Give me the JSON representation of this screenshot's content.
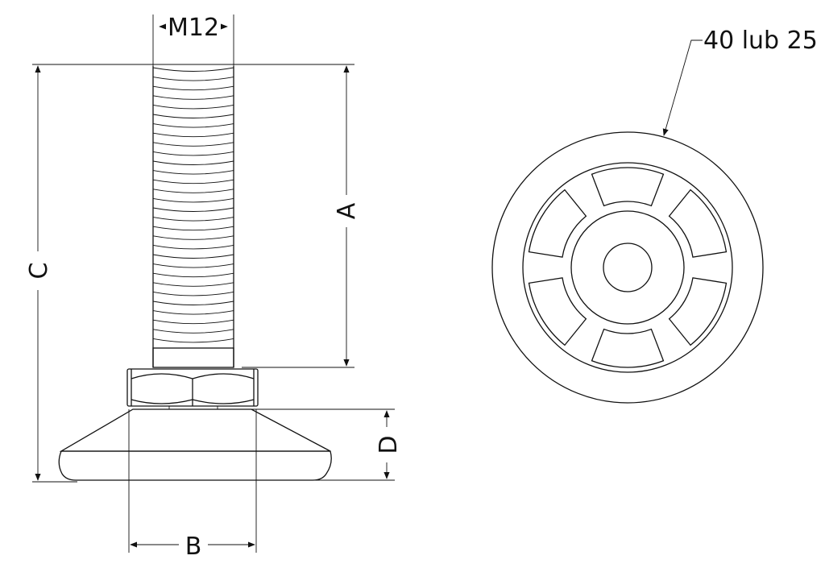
{
  "labels": {
    "thread": "M12",
    "a": "A",
    "b": "B",
    "c": "C",
    "d": "D",
    "pad_diameter": "40 lub 25"
  },
  "colors": {
    "line": "#111111",
    "background": "#ffffff"
  }
}
